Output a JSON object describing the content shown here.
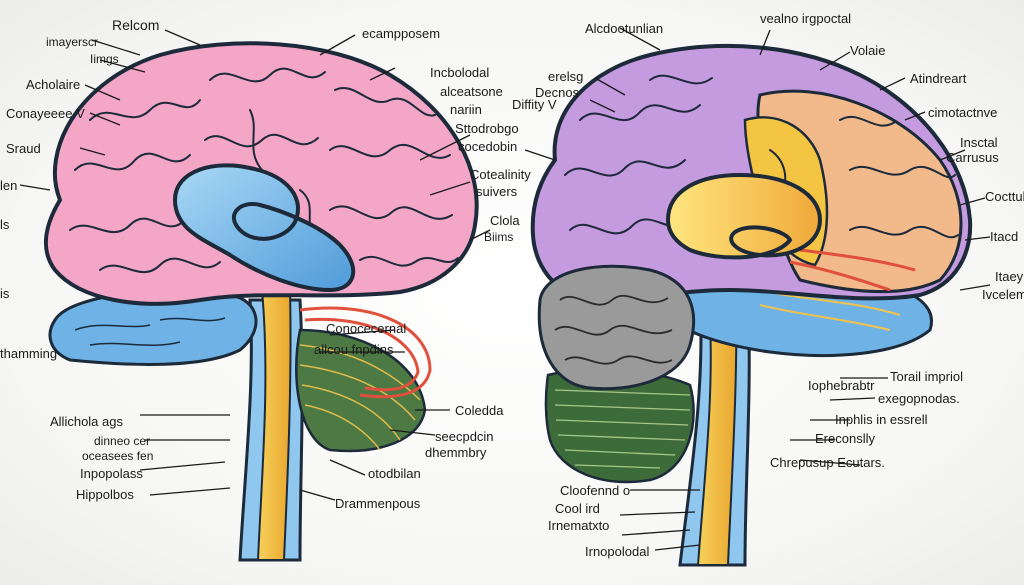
{
  "left_brain": {
    "labels": [
      "Relcom",
      "ecampposem",
      "imayerscr",
      "Iimgs",
      "Acholaire",
      "Conayeeee V",
      "Sraud",
      "len",
      "Incbolodal",
      "alceatsone",
      "nariin",
      "Sttodrobgo",
      "cocedobin",
      "Cotealinity",
      "suivers",
      "Clola",
      "Biims",
      "Conocecernal",
      "allcou fnpdins",
      "Coledda",
      "seecpdcin",
      "dhemmbry",
      "otodbilan",
      "Drammenpous",
      "Allichola ags",
      "dinneo cer",
      "oceasees fen",
      "Inpopolass",
      "Hippolbos",
      "thamming",
      "ls",
      "is"
    ]
  },
  "right_brain": {
    "labels": [
      "Alcdootunlian",
      "vealno irgpoctal",
      "Volaie",
      "erelsg",
      "Decnos",
      "Diffity V",
      "Atindreart",
      "cimotactnve",
      "Insctal",
      "Carrusus",
      "Cocttul",
      "Itacd",
      "Itaey",
      "Ivcelemps",
      "Torail impriol",
      "Iophebrabtr",
      "exegopnodas.",
      "Inphlis in essrell",
      "Ereconslly",
      "Chrepusup Ecutars.",
      "Cloofennd o",
      "Cool ird",
      "Irnematxto",
      "Irnopolodal"
    ]
  },
  "colors": {
    "left_cortex": "#f4a6c6",
    "right_cortex": "#c59be0",
    "right_temporal": "#f2b98a",
    "hippocampus": "#8fc7ef",
    "cerebellum_right": "#9a9a9a",
    "brainstem": "#f4c542",
    "nerve_red": "#e0503c",
    "nerve_green": "#3e6b3a"
  }
}
